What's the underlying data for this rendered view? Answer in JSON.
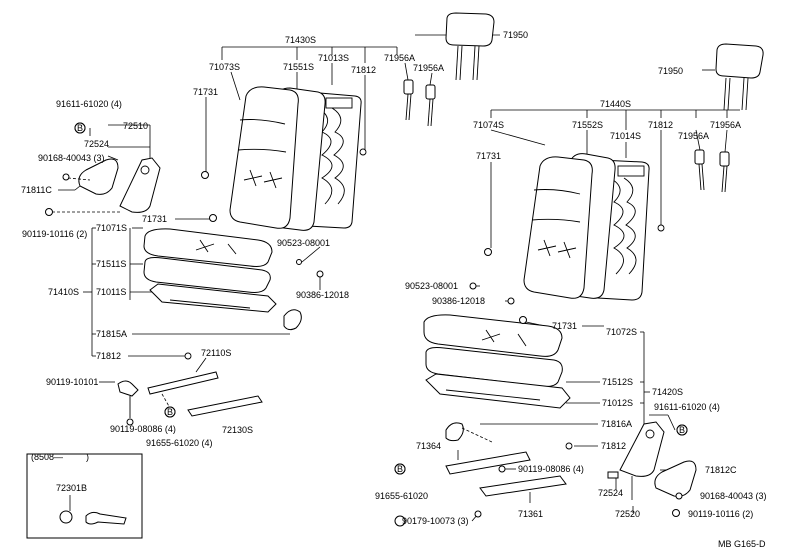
{
  "parts": {
    "p71430S": "71430S",
    "p71950a": "71950",
    "p71073S": "71073S",
    "p71551S": "71551S",
    "p71013S": "71013S",
    "p71956Aa": "71956A",
    "p71812a": "71812",
    "p71956Ab": "71956A",
    "p71731a": "71731",
    "p91611a": "91611-61020 (4)",
    "pBa": "B",
    "p72510": "72510",
    "p72524a": "72524",
    "p90168a": "90168-40043 (3)",
    "p71811C": "71811C",
    "p90119_10116a": "90119-10116 (2)",
    "p71071S": "71071S",
    "p71731b": "71731",
    "p90523a": "90523-08001",
    "p71511S": "71511S",
    "p71410S": "71410S",
    "p71011S": "71011S",
    "p90386a": "90386-12018",
    "p71815A": "71815A",
    "p71812b": "71812",
    "p72110S": "72110S",
    "p90119_10101": "90119-10101",
    "p90119_08086a": "90119-08086 (4)",
    "pBb": "B",
    "p72130S": "72130S",
    "p91655a": "91655-61020 (4)",
    "p8508": "(8508—",
    "p8508close": ")",
    "p72301B": "72301B",
    "p71950b": "71950",
    "p71440S": "71440S",
    "p71074S": "71074S",
    "p71552S": "71552S",
    "p71014S": "71014S",
    "p71812c": "71812",
    "p71956Ac": "71956A",
    "p71956Ad": "71956A",
    "p71731c": "71731",
    "p90523b": "90523-08001",
    "p90386b": "90386-12018",
    "p71731d": "71731",
    "p71072S": "71072S",
    "p71512S": "71512S",
    "p71420S": "71420S",
    "p71012S": "71012S",
    "p71816A": "71816A",
    "p91611b": "91611-61020 (4)",
    "pBc": "B",
    "p71364": "71364",
    "p71812d": "71812",
    "p71812C": "71812C",
    "p90119_08086b": "90119-08086 (4)",
    "pBd": "B",
    "p91655b": "91655-61020",
    "p72524b": "72524",
    "p90168b": "90168-40043 (3)",
    "p72520": "72520",
    "p90119_10116b": "90119-10116 (2)",
    "p71361": "71361",
    "p90179": "90179-10073 (3)",
    "pMB": "MB  G165-D"
  }
}
